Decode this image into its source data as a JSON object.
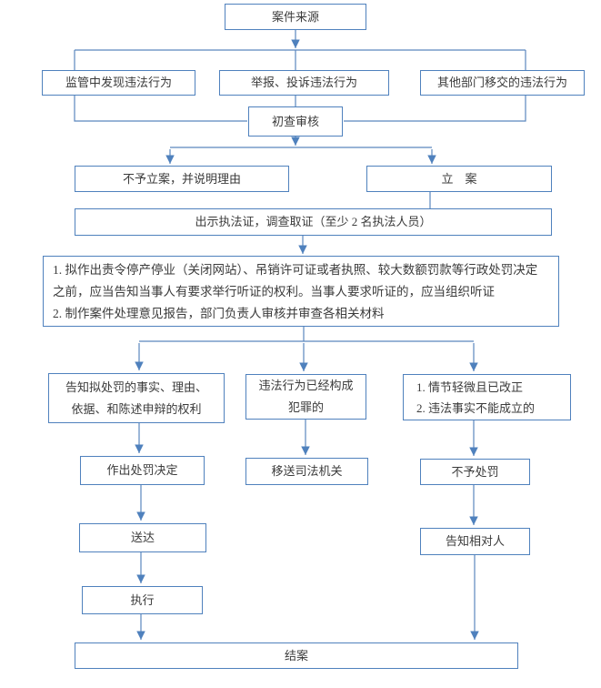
{
  "diagram": {
    "type": "flowchart",
    "nodes": {
      "source": {
        "label": "案件来源"
      },
      "supervise": {
        "label": "监管中发现违法行为"
      },
      "report": {
        "label": "举报、投诉违法行为"
      },
      "transfer": {
        "label": "其他部门移交的违法行为"
      },
      "review": {
        "label": "初查审核"
      },
      "no_case": {
        "label": "不予立案，并说明理由"
      },
      "filed": {
        "label": "立　案"
      },
      "evidence": {
        "label": "出示执法证，调查取证（至少 2 名执法人员）"
      },
      "hearing_notice": {
        "item1": "1. 拟作出责令停产停业（关闭网站）、吊销许可证或者执照、较大数额罚款等行政处罚决定之前，应当告知当事人有要求举行听证的权利。当事人要求听证的，应当组织听证",
        "item2": "2. 制作案件处理意见报告，部门负责人审核并审查各相关材料"
      },
      "inform_rights": {
        "line1": "告知拟处罚的事实、理由、",
        "line2": "依据、和陈述申辩的权利"
      },
      "crime": {
        "line1": "违法行为已经构成",
        "line2": "犯罪的"
      },
      "minor": {
        "item1": "1. 情节轻微且已改正",
        "item2": "2. 违法事实不能成立的"
      },
      "decision": {
        "label": "作出处罚决定"
      },
      "judicial": {
        "label": "移送司法机关"
      },
      "no_penalty": {
        "label": "不予处罚"
      },
      "delivery": {
        "label": "送达"
      },
      "notify": {
        "label": "告知相对人"
      },
      "execute": {
        "label": "执行"
      },
      "close": {
        "label": "结案"
      }
    },
    "edges": [
      {
        "from": "source",
        "to": "supervise"
      },
      {
        "from": "source",
        "to": "report"
      },
      {
        "from": "source",
        "to": "transfer"
      },
      {
        "from": "supervise",
        "to": "review"
      },
      {
        "from": "report",
        "to": "review"
      },
      {
        "from": "transfer",
        "to": "review"
      },
      {
        "from": "review",
        "to": "no_case"
      },
      {
        "from": "review",
        "to": "filed"
      },
      {
        "from": "filed",
        "to": "evidence"
      },
      {
        "from": "evidence",
        "to": "hearing_notice"
      },
      {
        "from": "hearing_notice",
        "to": "inform_rights"
      },
      {
        "from": "hearing_notice",
        "to": "crime"
      },
      {
        "from": "hearing_notice",
        "to": "minor"
      },
      {
        "from": "inform_rights",
        "to": "decision"
      },
      {
        "from": "crime",
        "to": "judicial"
      },
      {
        "from": "minor",
        "to": "no_penalty"
      },
      {
        "from": "decision",
        "to": "delivery"
      },
      {
        "from": "no_penalty",
        "to": "notify"
      },
      {
        "from": "delivery",
        "to": "execute"
      },
      {
        "from": "execute",
        "to": "close"
      },
      {
        "from": "notify",
        "to": "close"
      }
    ],
    "colors": {
      "box_border": "#4f81bd",
      "connector": "#5b87be",
      "arrow": "#4f81bd",
      "text": "#3b3b3b",
      "background": "#ffffff"
    }
  }
}
